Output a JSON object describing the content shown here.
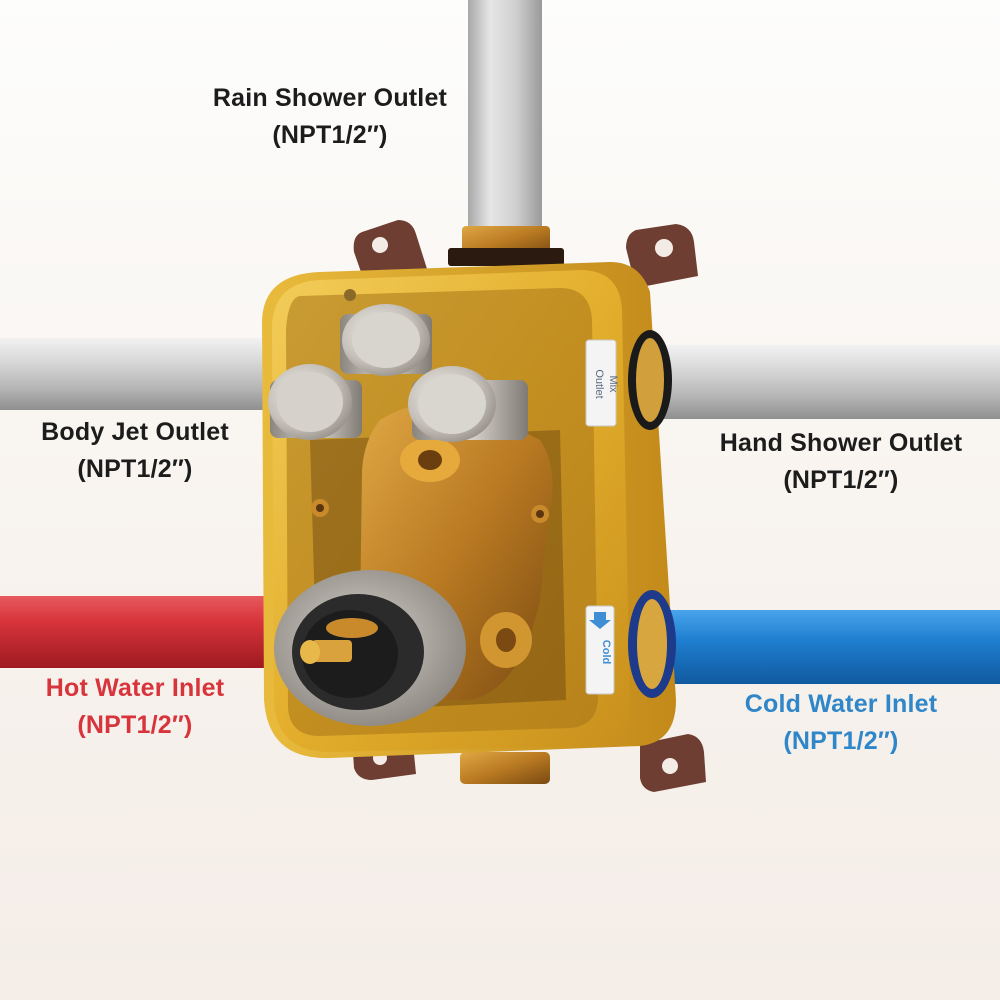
{
  "labels": {
    "rain": {
      "title": "Rain Shower Outlet",
      "spec": "(NPT1/2″)"
    },
    "body_jet": {
      "title": "Body Jet Outlet",
      "spec": "(NPT1/2″)"
    },
    "hand": {
      "title": "Hand Shower Outlet",
      "spec": "(NPT1/2″)"
    },
    "hot": {
      "title": "Hot Water Inlet",
      "spec": "(NPT1/2″)"
    },
    "cold": {
      "title": "Cold Water Inlet",
      "spec": "(NPT1/2″)"
    }
  },
  "stickers": {
    "outlet": "Outlet",
    "mix": "Mix",
    "cold": "Cold"
  },
  "colors": {
    "label_dark": "#1c1c1c",
    "label_hot": "#d8343c",
    "label_cold": "#2f86c8",
    "pipe_hot": "#c92a2f",
    "pipe_cold": "#1f7fd0",
    "pipe_silver": "#c9c9c9",
    "box_gold": "#e6b431",
    "brass": "#c98a2a",
    "bracket": "#6e3e32"
  },
  "icons": {
    "valve_knob": "push-button-knob",
    "cartridge": "thermostatic-cartridge",
    "arrow": "down-arrow"
  }
}
